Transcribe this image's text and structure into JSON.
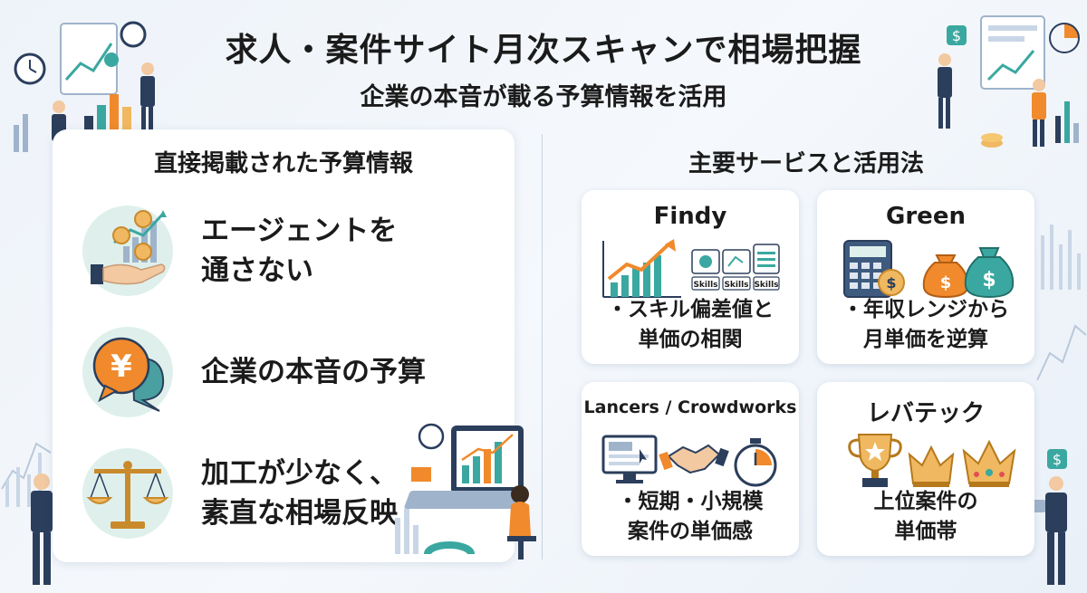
{
  "header": {
    "title": "求人・案件サイト月次スキャンで相場把握",
    "subtitle": "企業の本音が載る予算情報を活用"
  },
  "left": {
    "heading": "直接掲載された予算情報",
    "items": [
      {
        "icon": "hand-with-coins-icon",
        "lines": [
          "エージェントを",
          "通さない"
        ]
      },
      {
        "icon": "yen-speech-bubble-icon",
        "lines": [
          "企業の本音の予算"
        ]
      },
      {
        "icon": "balance-scale-icon",
        "lines": [
          "加工が少なく、",
          "素直な相場反映"
        ]
      }
    ]
  },
  "right": {
    "heading": "主要サービスと活用法",
    "cards": [
      {
        "name": "Findy",
        "desc": [
          "・スキル偏差値と",
          "単価の相関"
        ],
        "icon": "rising-chart-skills-icon",
        "skill_labels": [
          "Skills",
          "Skills",
          "Skills"
        ]
      },
      {
        "name": "Green",
        "desc": [
          "・年収レンジから",
          "月単価を逆算"
        ],
        "icon": "calculator-money-bags-icon"
      },
      {
        "name": "Lancers / Crowdworks",
        "desc": [
          "・短期・小規模",
          "案件の単価感"
        ],
        "icon": "monitor-handshake-stopwatch-icon"
      },
      {
        "name": "レバテック",
        "desc": [
          "上位案件の",
          "単価帯"
        ],
        "icon": "trophy-crowns-icon"
      }
    ]
  },
  "colors": {
    "accent_orange": "#f08a2c",
    "accent_teal": "#3aa8a0",
    "navy": "#2b3e5c"
  }
}
